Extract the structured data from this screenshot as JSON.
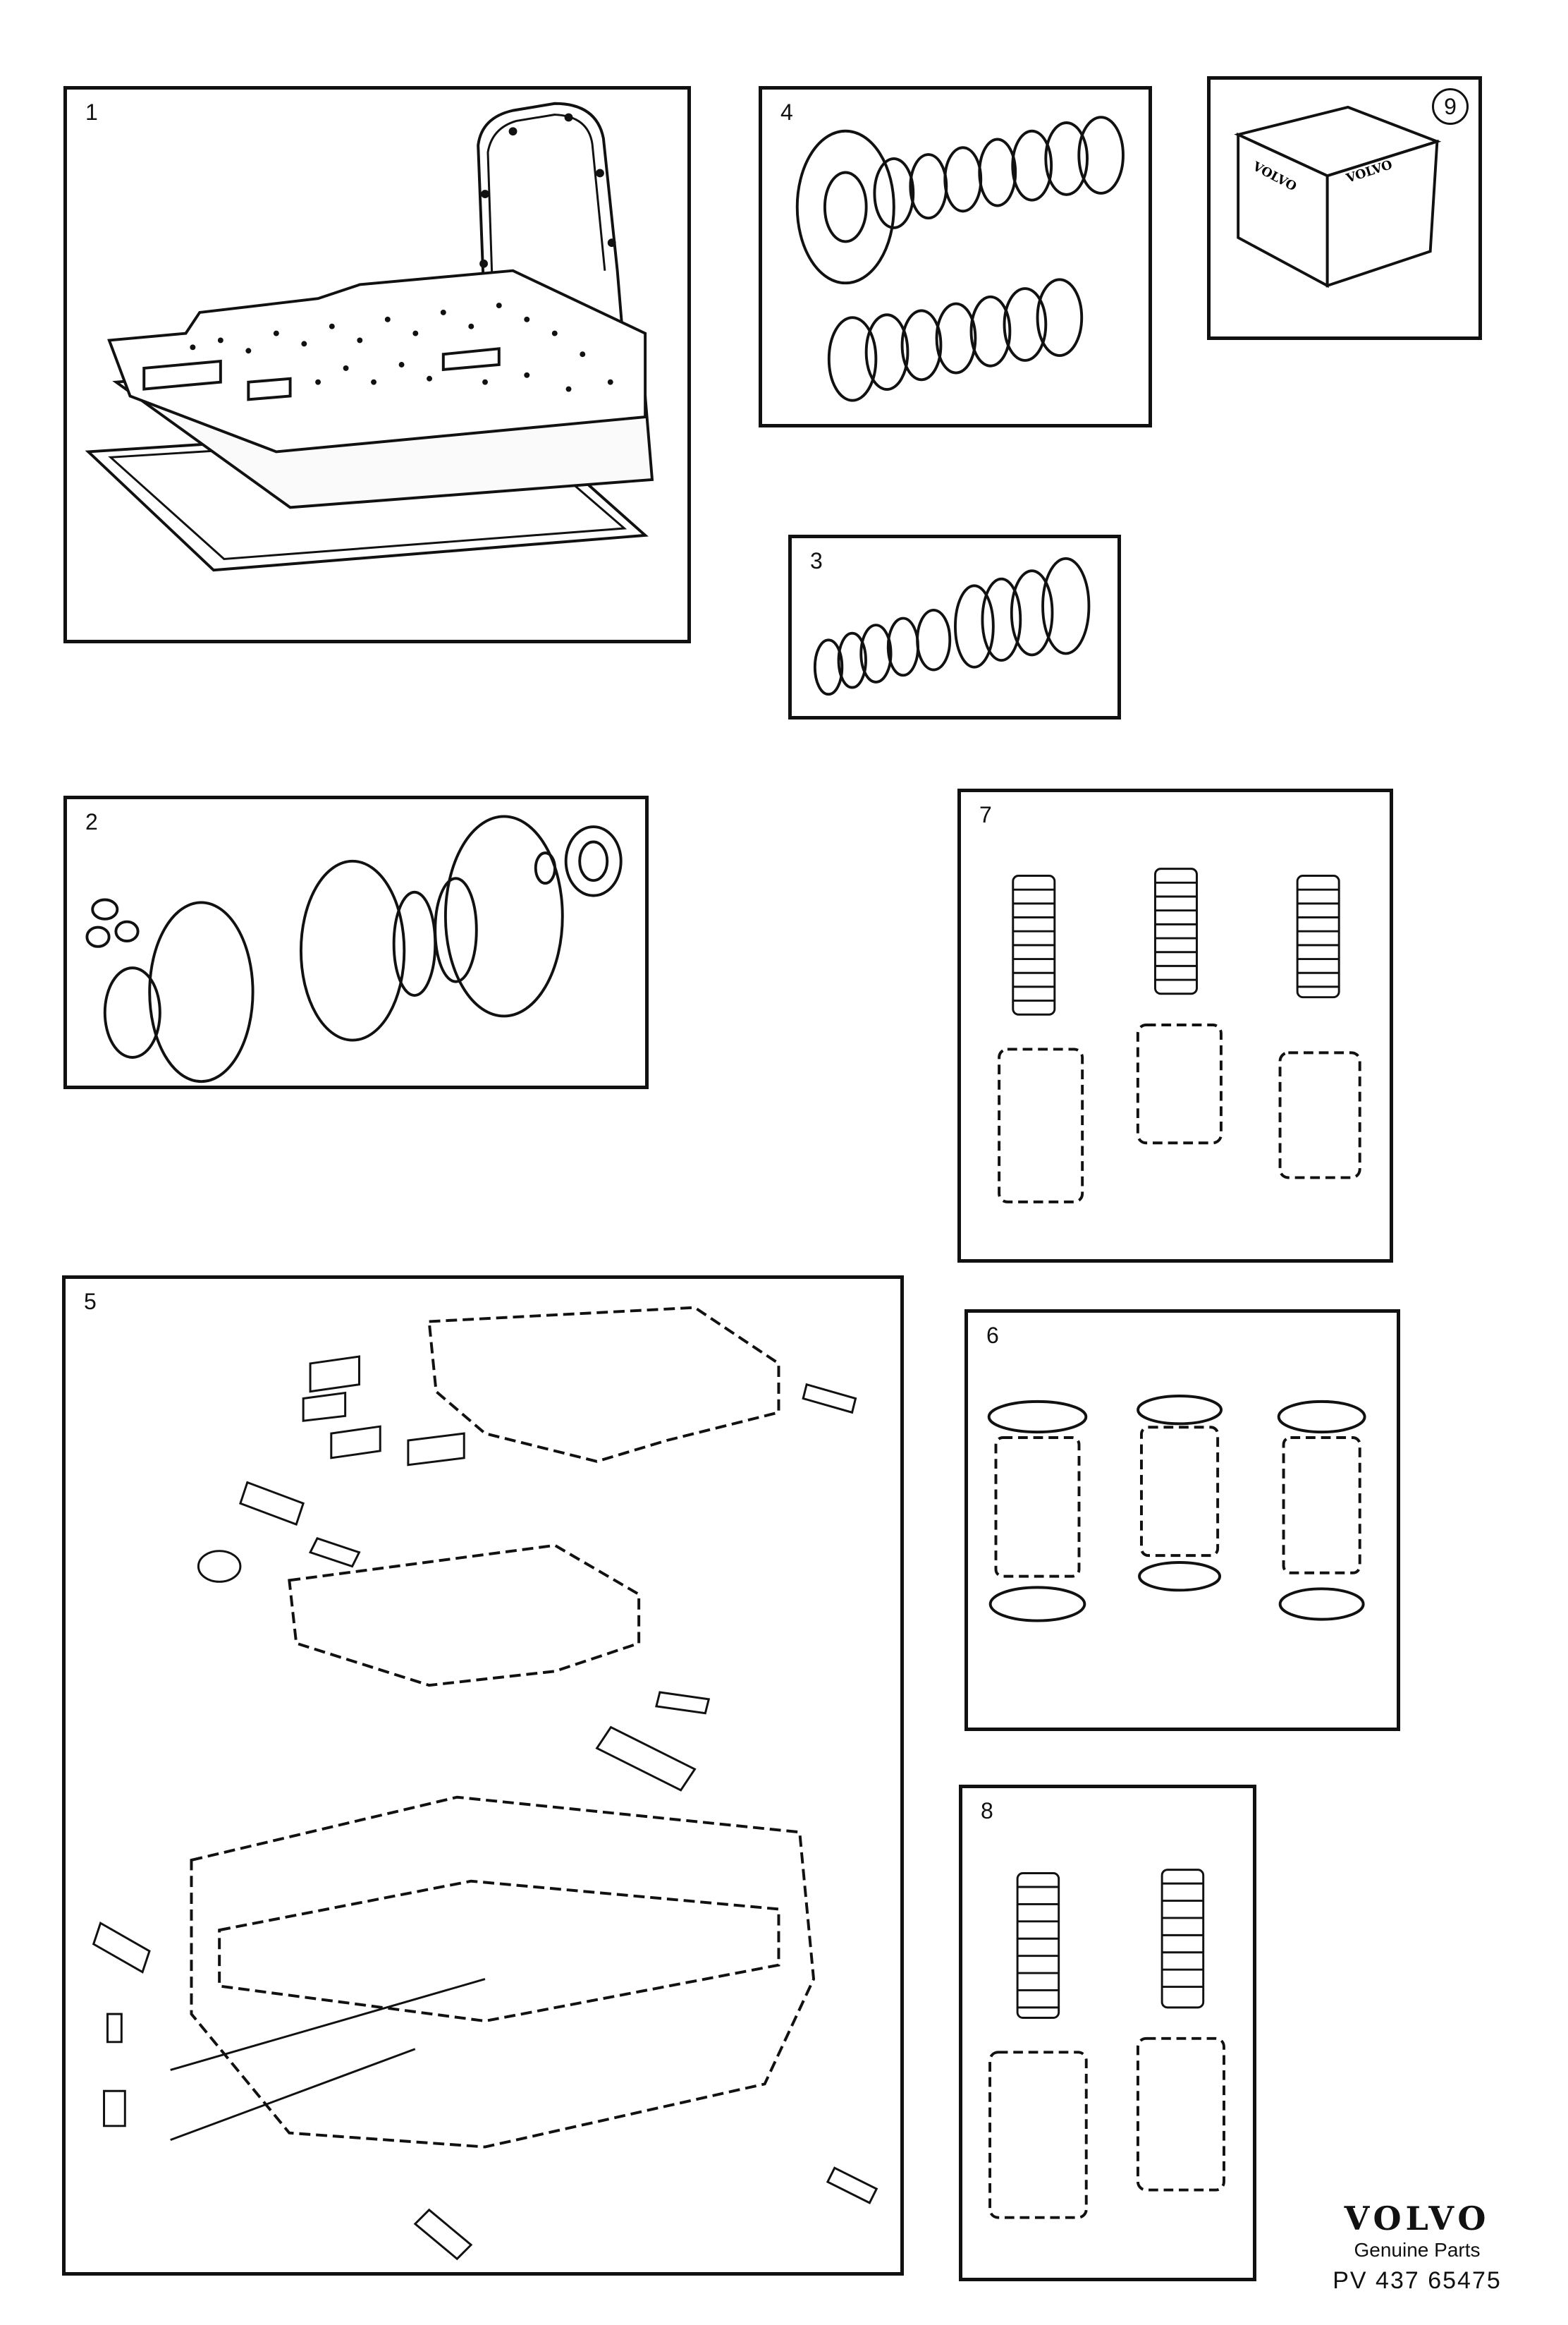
{
  "panels": [
    {
      "label": "1"
    },
    {
      "label": "4"
    },
    {
      "label": "9",
      "box_text": [
        "VOLVO",
        "VOLVO"
      ]
    },
    {
      "label": "3"
    },
    {
      "label": "2"
    },
    {
      "label": "7"
    },
    {
      "label": "5"
    },
    {
      "label": "6"
    },
    {
      "label": "8"
    }
  ],
  "brand": {
    "logo": "VOLVO",
    "tagline": "Genuine Parts",
    "code": "PV 437 65475"
  }
}
